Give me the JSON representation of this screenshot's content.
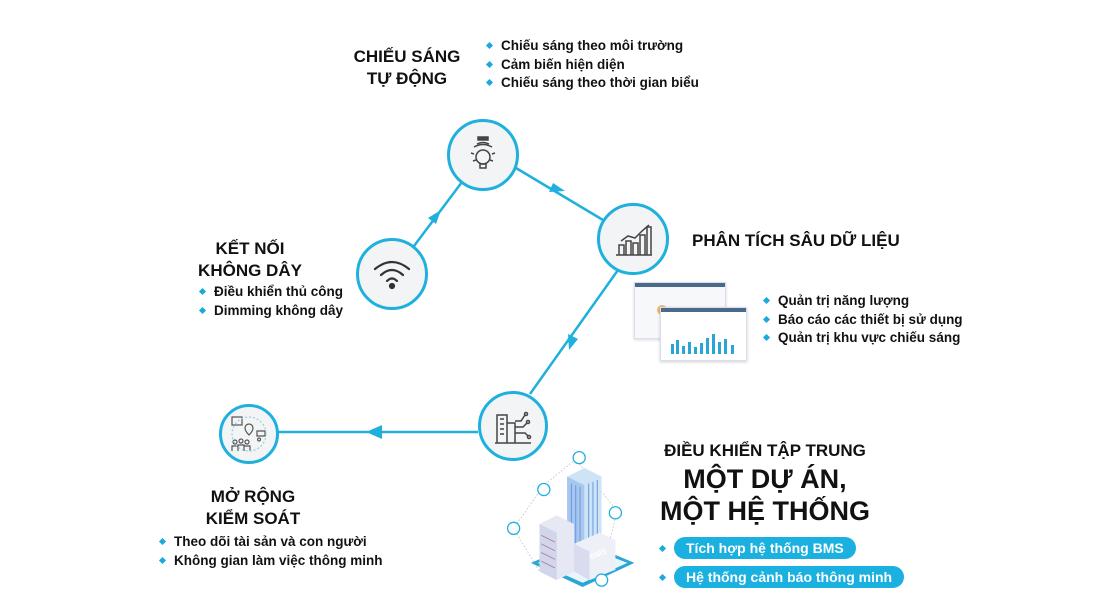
{
  "colors": {
    "accent": "#1fb0de",
    "text": "#111111",
    "icon": "#444444"
  },
  "lighting": {
    "title_line1": "CHIẾU SÁNG",
    "title_line2": "TỰ ĐỘNG",
    "items": [
      "Chiếu sáng theo môi trường",
      "Cảm biến hiện diện",
      "Chiếu sáng theo thời gian biểu"
    ]
  },
  "wireless": {
    "title_line1": "KẾT NỐI",
    "title_line2": "KHÔNG DÂY",
    "items": [
      "Điều khiển thủ công",
      "Dimming không dây"
    ]
  },
  "analytics": {
    "title": "PHÂN TÍCH SÂU DỮ LIỆU",
    "items": [
      "Quản trị năng lượng",
      "Báo cáo các thiết bị sử dụng",
      "Quản trị khu vực chiếu sáng"
    ]
  },
  "expand": {
    "title_line1": "MỞ RỘNG",
    "title_line2": "KIỂM SOÁT",
    "items": [
      "Theo dõi tài sản và con người",
      "Không gian làm việc thông minh"
    ]
  },
  "central": {
    "subtitle": "ĐIỀU KHIỂN TẬP TRUNG",
    "headline_line1": "MỘT DỰ ÁN,",
    "headline_line2": "MỘT HỆ THỐNG",
    "items": [
      "Tích hợp hệ thống BMS",
      "Hệ thống cảnh báo thông minh"
    ],
    "building_label": "BMS"
  }
}
